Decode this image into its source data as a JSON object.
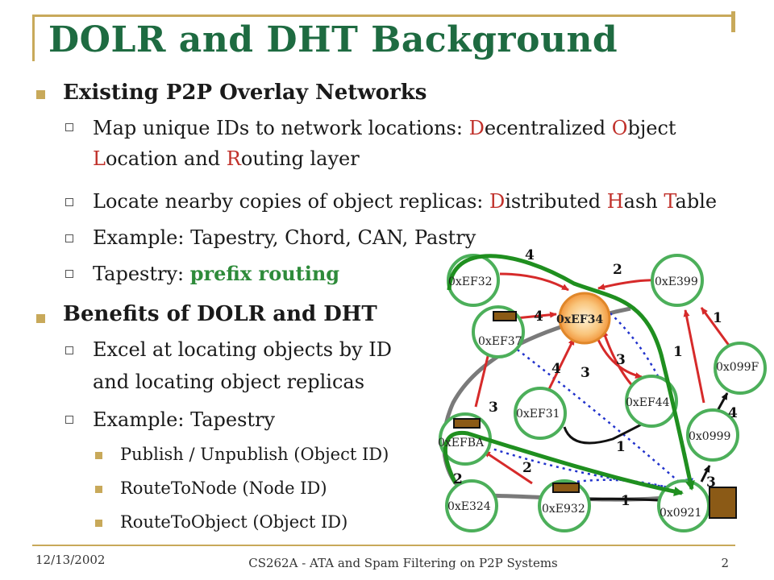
{
  "title": "DOLR and DHT Background",
  "section1": {
    "heading": "Existing P2P Overlay Networks",
    "items": [
      {
        "parts": [
          [
            "Map unique IDs to network locations: ",
            ""
          ],
          [
            "D",
            "red"
          ],
          [
            "ecentralized ",
            ""
          ],
          [
            "O",
            "red"
          ],
          [
            "bject ",
            ""
          ]
        ],
        "parts2": [
          [
            "L",
            "red"
          ],
          [
            "ocation and ",
            ""
          ],
          [
            "R",
            "red"
          ],
          [
            "outing layer",
            ""
          ]
        ]
      },
      {
        "parts": [
          [
            "Locate nearby copies of object replicas: ",
            ""
          ],
          [
            "D",
            "red"
          ],
          [
            "istributed ",
            ""
          ],
          [
            "H",
            "red"
          ],
          [
            "ash ",
            ""
          ],
          [
            "T",
            "red"
          ],
          [
            "able",
            ""
          ]
        ]
      },
      {
        "parts": [
          [
            "Example: Tapestry, Chord, CAN, Pastry",
            ""
          ]
        ]
      },
      {
        "parts": [
          [
            "Tapestry: ",
            ""
          ],
          [
            "prefix routing",
            "green"
          ]
        ]
      }
    ]
  },
  "section2": {
    "heading": "Benefits of DOLR and DHT",
    "item1_line1": "Excel at locating objects by ID",
    "item1_line2": "and locating object replicas",
    "item2": "Example: Tapestry",
    "subitems": [
      "Publish / Unpublish (Object ID)",
      "RouteToNode (Node ID)",
      "RouteToObject (Object ID)"
    ]
  },
  "diagram": {
    "nodes": {
      "ef32": "0xEF32",
      "e399": "0xE399",
      "ef34": "0xEF34",
      "ef37": "0xEF37",
      "x099f": "0x099F",
      "ef44": "0xEF44",
      "ef31": "0xEF31",
      "x0999": "0x0999",
      "efba": "0xEFBA",
      "e324": "0xE324",
      "e932": "0xE932",
      "x0921": "0x0921"
    },
    "edge_labels": [
      "4",
      "2",
      "1",
      "4",
      "1",
      "3",
      "4",
      "3",
      "3",
      "4",
      "1",
      "2",
      "2",
      "1",
      "3"
    ]
  },
  "colors": {
    "title": "#1e6b41",
    "accent": "#c8a95a",
    "node": "#4caf5a",
    "edge_red": "#d62a2a",
    "route_green": "#1f8f1f"
  },
  "footer": {
    "date": "12/13/2002",
    "course": "CS262A - ATA and Spam Filtering on P2P Systems",
    "page": "2"
  }
}
